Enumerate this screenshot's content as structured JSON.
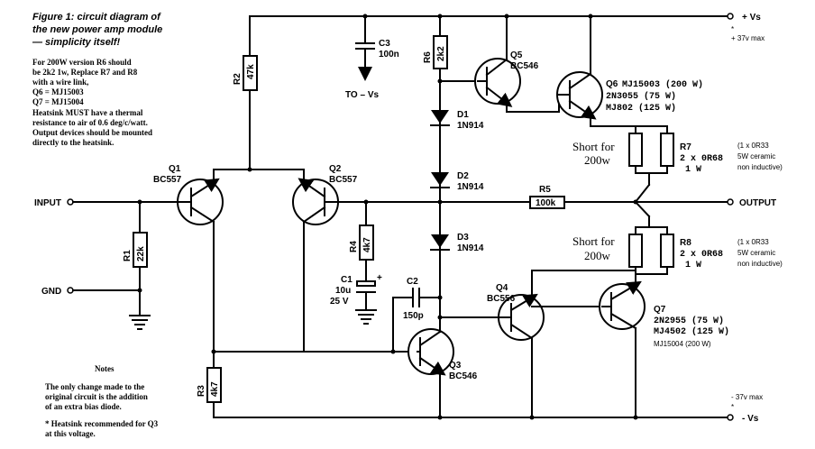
{
  "figure": {
    "title_lines": [
      "Figure 1: circuit diagram of",
      "the new power amp module",
      "— simplicity itself!"
    ],
    "intro_lines": [
      "For 200W version R6 should",
      "be 2k2 1w, Replace R7 and R8",
      "with a wire link,",
      "Q6 = MJ15003",
      "Q7 = MJ15004",
      "Heatsink MUST have a thermal",
      "resistance to air of 0.6 deg/c/watt.",
      "Output devices should be mounted",
      "directly to the heatsink."
    ]
  },
  "notes": {
    "heading": "Notes",
    "lines": [
      "The only change made to the",
      "original circuit is the addition",
      "of an extra bias diode.",
      "* Heatsink recommended for Q3",
      "at this voltage."
    ]
  },
  "terminals": {
    "vs_plus": "+ Vs",
    "vs_plus_note": "+ 37v max",
    "vs_plus_star": "*",
    "vs_minus": "- Vs",
    "vs_minus_note": "- 37v max",
    "vs_minus_star": "*",
    "input": "INPUT",
    "gnd": "GND",
    "output": "OUTPUT",
    "to_vs": "TO – Vs"
  },
  "components": {
    "q1": {
      "name": "Q1",
      "part": "BC557"
    },
    "q2": {
      "name": "Q2",
      "part": "BC557"
    },
    "q3": {
      "name": "Q3",
      "part": "BC546"
    },
    "q4": {
      "name": "Q4",
      "part": "BC556"
    },
    "q5": {
      "name": "Q5",
      "part": "BC546"
    },
    "q6": {
      "name": "Q6",
      "lines": [
        "MJ15003 (200 W)",
        "2N3055 (75 W)",
        "MJ802 (125 W)"
      ]
    },
    "q7": {
      "name": "Q7",
      "lines": [
        "2N2955 (75 W)",
        "MJ4502 (125 W)",
        "MJ15004 (200 W)"
      ]
    },
    "r1": {
      "name": "R1",
      "value": "22k"
    },
    "r2": {
      "name": "R2",
      "value": "47k"
    },
    "r3": {
      "name": "R3",
      "value": "4k7"
    },
    "r4": {
      "name": "R4",
      "value": "4k7"
    },
    "r5": {
      "name": "R5",
      "value": "100k"
    },
    "r6": {
      "name": "R6",
      "value": "2k2"
    },
    "r7": {
      "name": "R7",
      "lines": [
        "2 x 0R68",
        "1 W"
      ],
      "alt": [
        "(1 x 0R33",
        "5W ceramic",
        "non inductive)"
      ],
      "short_note": [
        "Short for",
        "200w"
      ]
    },
    "r8": {
      "name": "R8",
      "lines": [
        "2 x 0R68",
        "1 W"
      ],
      "alt": [
        "(1 x 0R33",
        "5W ceramic",
        "non inductive)"
      ],
      "short_note": [
        "Short for",
        "200w"
      ]
    },
    "c1": {
      "name": "C1",
      "value": "10u",
      "voltage": "25 V",
      "polarity": "+"
    },
    "c2": {
      "name": "C2",
      "value": "150p"
    },
    "c3": {
      "name": "C3",
      "value": "100n"
    },
    "d1": {
      "name": "D1",
      "part": "1N914"
    },
    "d2": {
      "name": "D2",
      "part": "1N914"
    },
    "d3": {
      "name": "D3",
      "part": "1N914"
    }
  }
}
